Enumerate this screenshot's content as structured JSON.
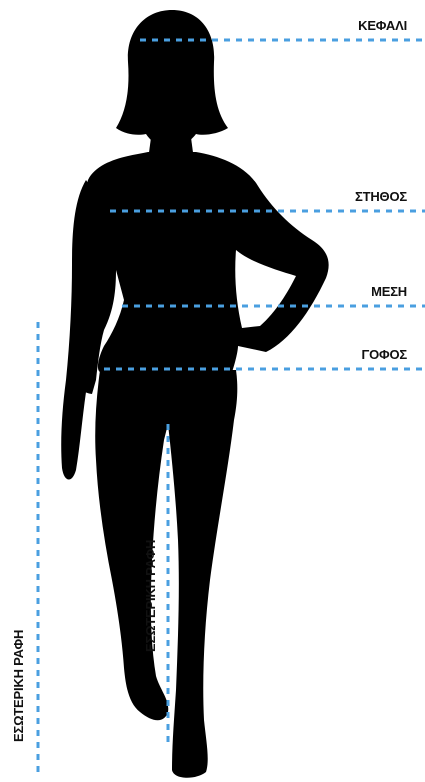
{
  "labels": {
    "head": "ΚΕΦΑΛΙ",
    "chest": "ΣΤΗΘΟΣ",
    "waist": "ΜΕΣΗ",
    "hips": "ΓΟΦΟΣ",
    "inseam_outer": "ΕΣΩΤΕΡΙΚΗ ΡΑΦΗ",
    "inseam_inner": "ΕΣΩΤΕΡΙΚΗ ΡΑΦΗ"
  },
  "colors": {
    "silhouette": "#000000",
    "guide_line": "#4a9fe0",
    "label_text": "#111111"
  }
}
